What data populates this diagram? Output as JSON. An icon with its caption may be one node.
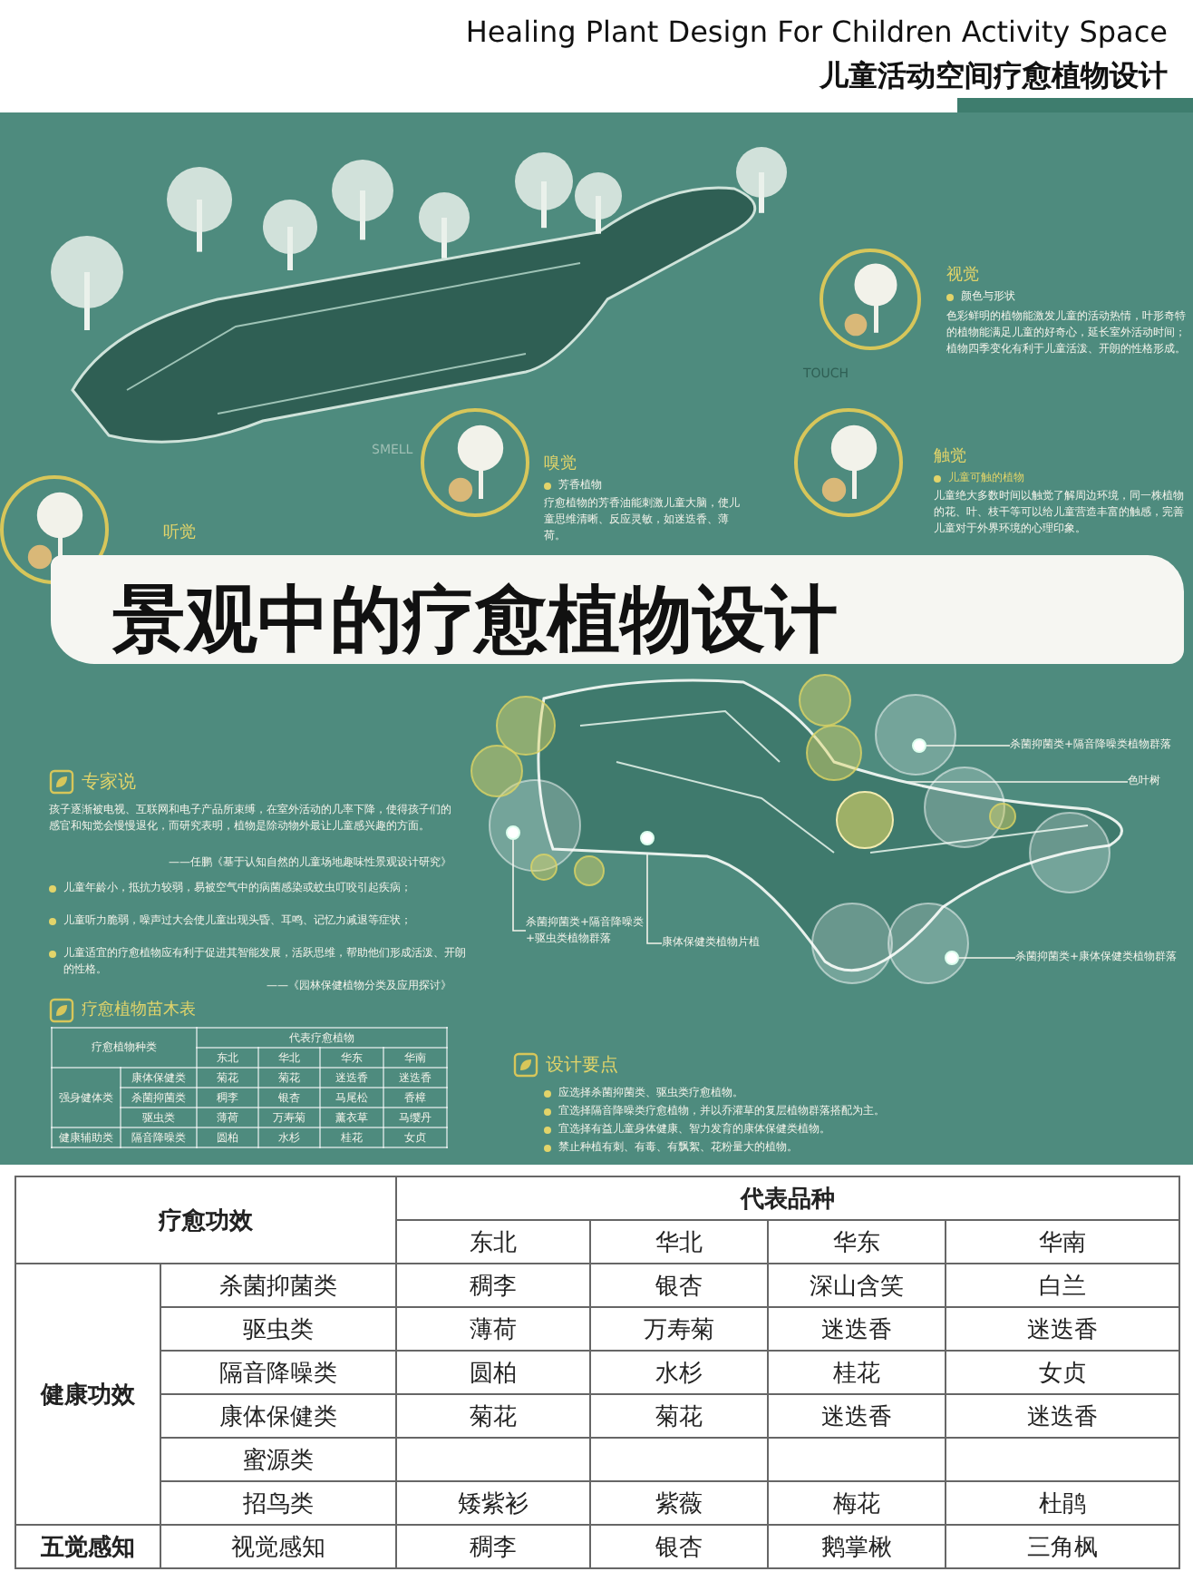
{
  "diagram": {
    "title": "Healing Plant Design For Children Activity Space",
    "nodes": [
      {
        "text": [
          "杀菌抑菌类+隔音降噪类植物群落"
        ]
      },
      {
        "text": [],
        "shape": "circle"
      },
      {
        "text": [
          "色叶树"
        ]
      },
      {
        "text": [],
        "shape": "circle"
      },
      {
        "text": [
          "杀菌抑菌类+隔音降噪类+驱虫类植物群落"
        ]
      },
      {
        "text": [],
        "shape": "circle"
      },
      {
        "text": [
          "康体保健类植物片植"
        ]
      },
      {
        "text": [],
        "shape": "circle"
      },
      {
        "text": [
          "杀菌抑菌类+康体保健类植物群落"
        ]
      },
      {
        "text": [],
        "shape": "circle"
      }
    ],
    "edges": [
      {
        "from": 0,
        "to": 1,
        "arrow": "none"
      },
      {
        "from": 2,
        "to": 3,
        "arrow": "none"
      },
      {
        "from": 4,
        "to": 5,
        "arrow": "none"
      },
      {
        "from": 6,
        "to": 7,
        "arrow": "none"
      },
      {
        "from": 8,
        "to": 9,
        "arrow": "none"
      }
    ],
    "labels": [
      "儿童活动空间疗愈植物设计",
      "视觉",
      "颜色与形状",
      "色彩鲜明的植物能激发儿童的活动热情，叶形奇特的植物能满足儿童的好奇心，延长室外活动时间；植物四季变化有利于儿童活泼、开朗的性格形成。",
      "SMELL",
      "TOUCH",
      "嗅觉",
      "芳香植物",
      "疗愈植物的芳香油能刺激儿童大脑，使儿童思维清晰、反应灵敏，如迷迭香、薄荷。",
      "触觉",
      "儿童可触的植物",
      "儿童绝大多数时间以触觉了解周边环境，同一株植物的花、叶、枝干等可以给儿童营造丰富的触感，完善儿童对于外界环境的心理印象。",
      "听觉",
      "景观中的疗愈植物设计",
      "专家说",
      "孩子逐渐被电视、互联网和电子产品所束缚，在室外活动的几率下降，使得孩子们的感官和知觉会慢慢退化，而研究表明，植物是除动物外最让儿童感兴趣的方面。",
      "——任鹏《基于认知自然的儿童场地趣味性景观设计研究》",
      "儿童年龄小，抵抗力较弱，易被空气中的病菌感染或蚊虫叮咬引起疾病；",
      "儿童听力脆弱，噪声过大会使儿童出现头昏、耳鸣、记忆力减退等症状；",
      "儿童适宜的疗愈植物应有利于促进其智能发展，活跃思维，帮助他们形成活泼、开朗的性格。",
      "——《园林保健植物分类及应用探讨》",
      "疗愈植物苗木表",
      "疗愈植物种类",
      "代表疗愈植物",
      "东北",
      "华北",
      "华东",
      "华南",
      "强身健体类",
      "康体保健类",
      "菊花",
      "菊花",
      "迷迭香",
      "迷迭香",
      "杀菌抑菌类",
      "稠李",
      "银杏",
      "马尾松",
      "香樟",
      "驱虫类",
      "薄荷",
      "万寿菊",
      "薰衣草",
      "马缨丹",
      "健康辅助类",
      "隔音降噪类",
      "圆柏",
      "水杉",
      "桂花",
      "女贞",
      "设计要点",
      "应选择杀菌抑菌类、驱虫类疗愈植物。",
      "宜选择隔音降噪类疗愈植物，并以乔灌草的复层植物群落搭配为主。",
      "宜选择有益儿童身体健康、智力发育的康体保健类植物。",
      "禁止种植有刺、有毒、有飘絮、花粉量大的植物。",
      "疗愈功效",
      "代表品种",
      "东北",
      "华北",
      "华东",
      "华南",
      "健康功效",
      "杀菌抑菌类",
      "稠李",
      "银杏",
      "深山含笑",
      "白兰",
      "驱虫类",
      "薄荷",
      "万寿菊",
      "迷迭香",
      "迷迭香",
      "隔音降噪类",
      "圆柏",
      "水杉",
      "桂花",
      "女贞",
      "康体保健类",
      "菊花",
      "菊花",
      "迷迭香",
      "迷迭香",
      "蜜源类",
      "招鸟类",
      "矮紫衫",
      "紫薇",
      "梅花",
      "杜鹃",
      "五觉感知",
      "视觉感知",
      "稠李",
      "银杏",
      "鹅掌楸",
      "三角枫"
    ]
  }
}
